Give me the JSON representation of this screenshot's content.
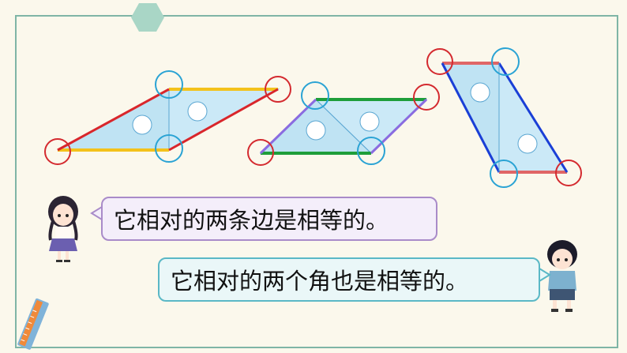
{
  "dialogue": {
    "girl_text": "它相对的两条边是相等的。",
    "boy_text": "它相对的两个角也是相等的。"
  },
  "colors": {
    "background": "#fbf8ec",
    "frame_border": "#7fb5a6",
    "hexagon": "#a9d6c6",
    "ruler_fill": "#bfe3f3",
    "red_edge": "#d9262b",
    "yellow_edge": "#f3c21b",
    "green_edge": "#1e9e3a",
    "purple_edge": "#8a6ce0",
    "blue_edge": "#1a3fd6",
    "angle_circle_red": "#d42a2f",
    "angle_circle_blue": "#2aa3d4"
  },
  "icons": {
    "top_marker": "hexagon-icon",
    "corner_ruler": "ruler-icon",
    "girl": "girl-avatar",
    "boy": "boy-avatar"
  }
}
